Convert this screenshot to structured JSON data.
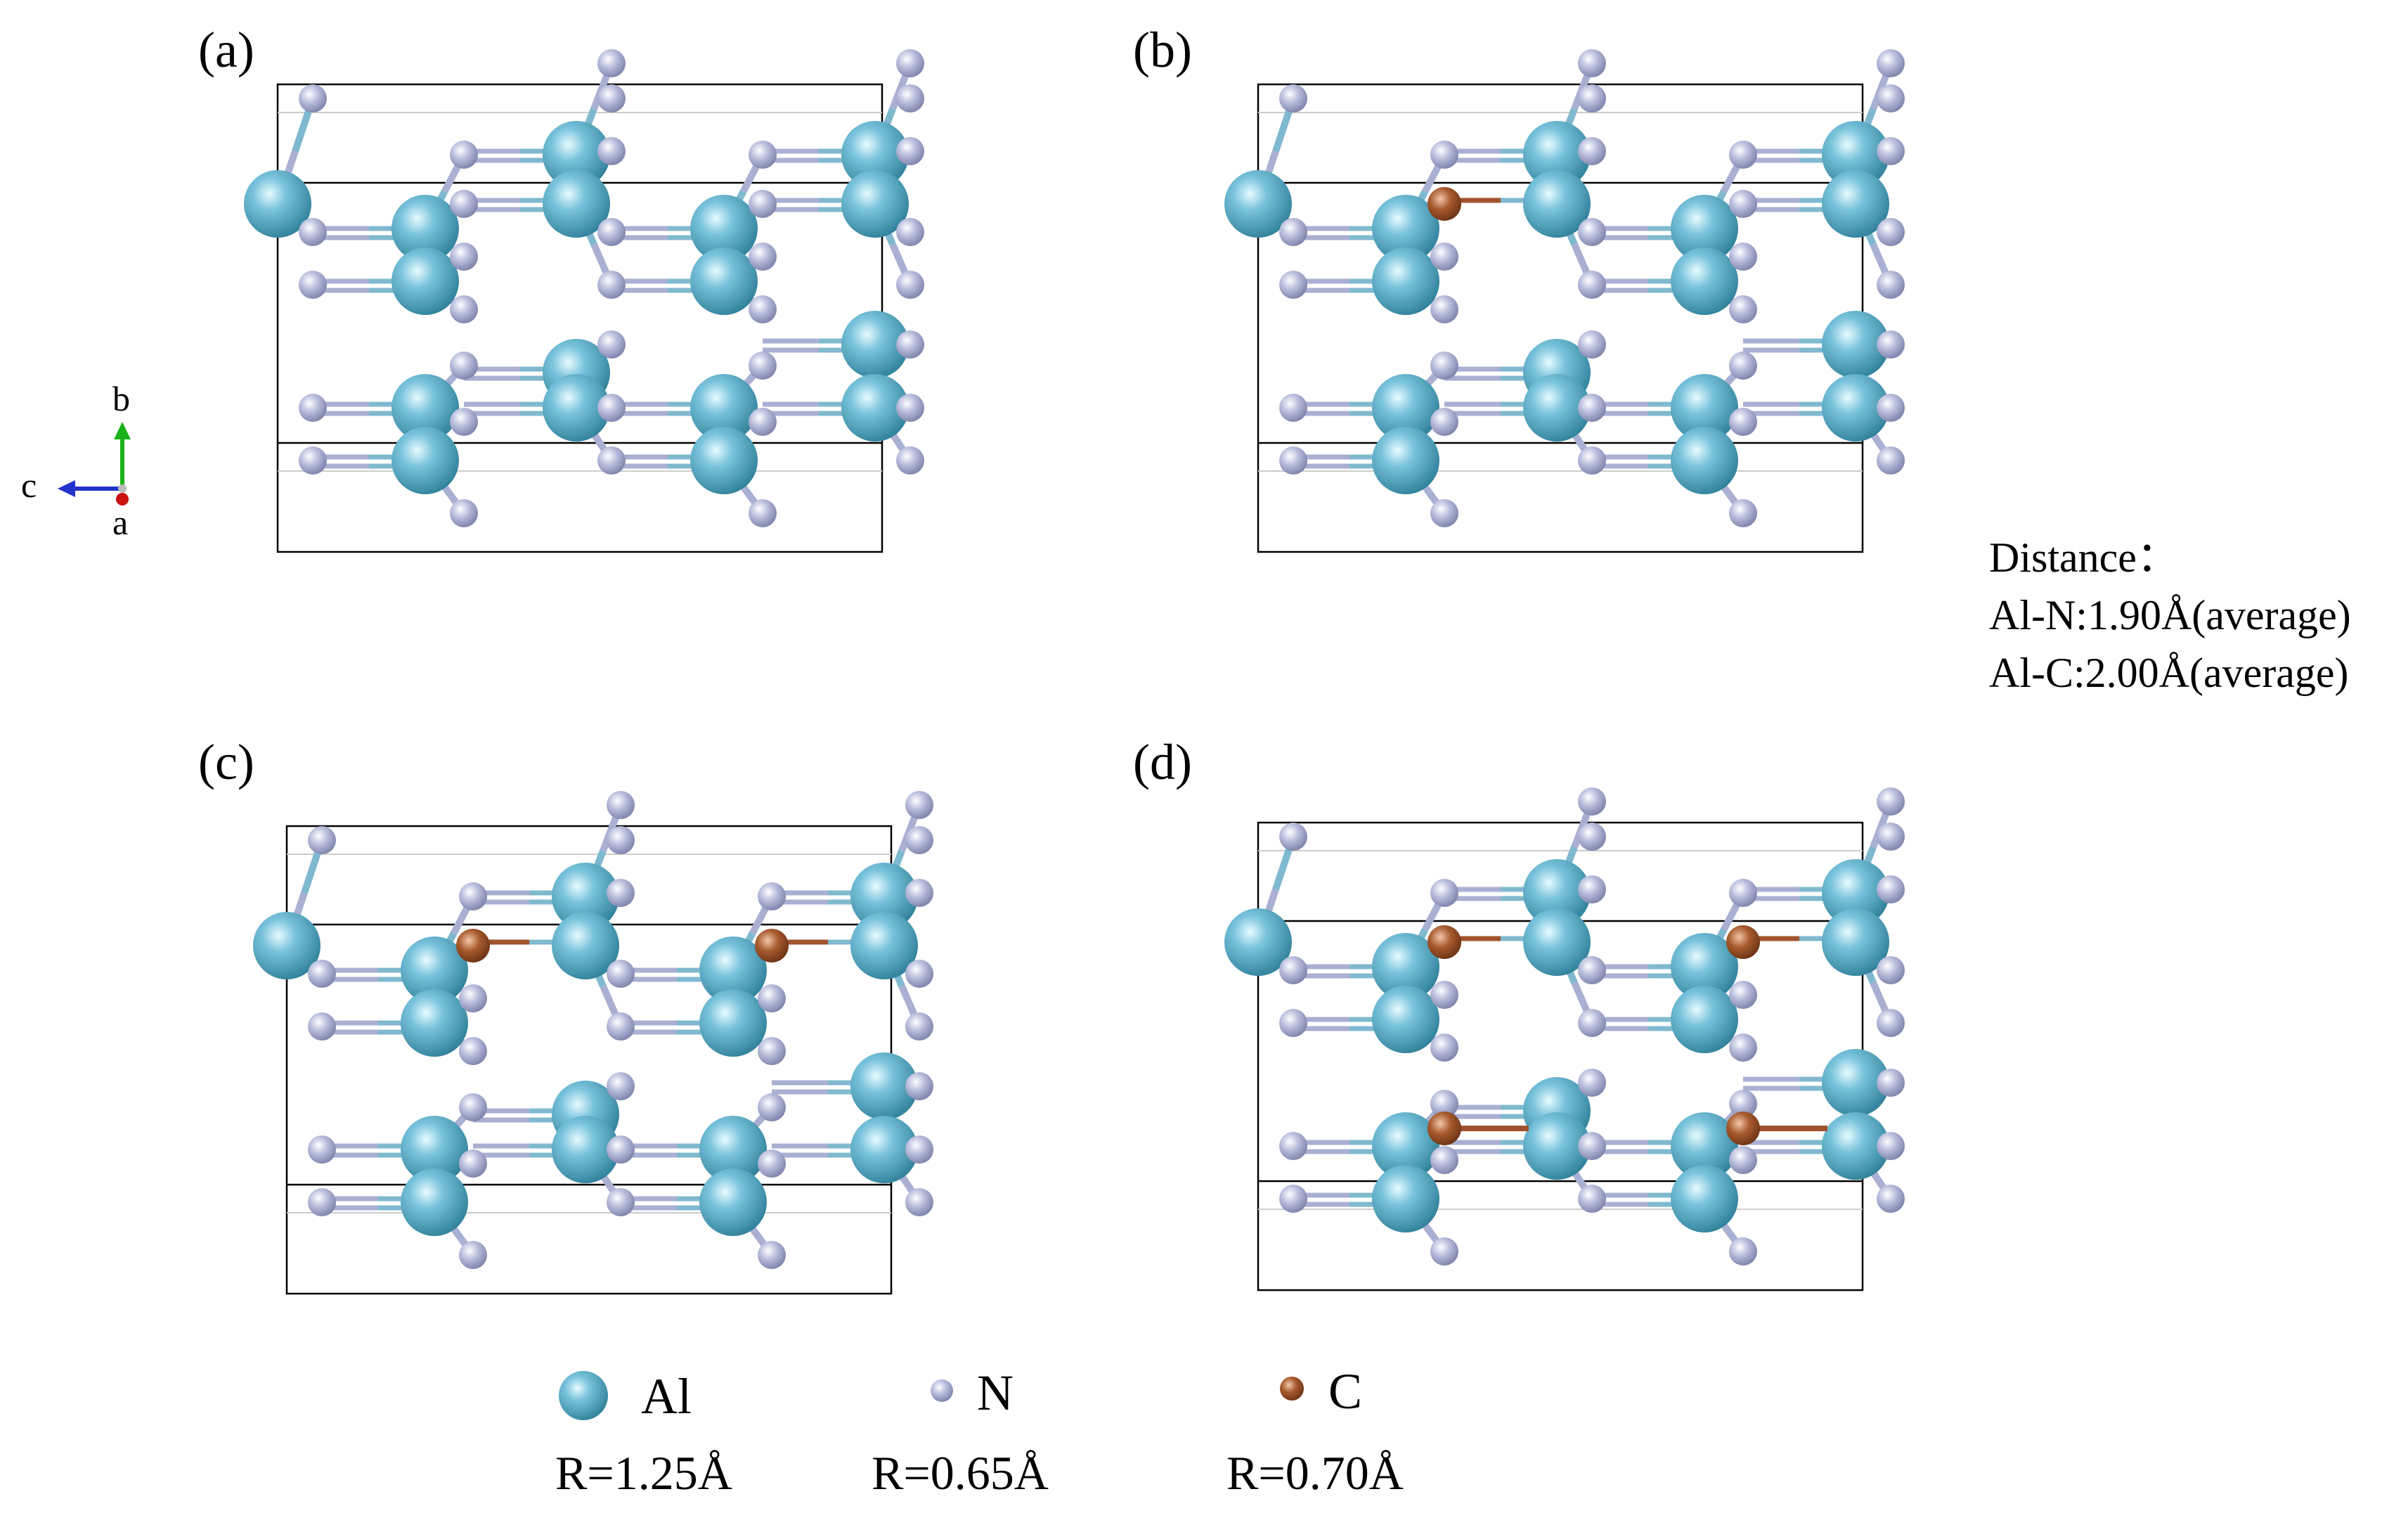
{
  "panels": [
    {
      "label": "(a)",
      "carbon_sites": 0
    },
    {
      "label": "(b)",
      "carbon_sites": 1
    },
    {
      "label": "(c)",
      "carbon_sites": 2
    },
    {
      "label": "(d)",
      "carbon_sites": 4
    }
  ],
  "axes": {
    "b": "b",
    "c": "c",
    "a": "a"
  },
  "distance": {
    "title": "Distance：",
    "lines": [
      "Al-N:1.90Å(average)",
      "Al-C:2.00Å(average)"
    ]
  },
  "legend": [
    {
      "element": "Al",
      "radius": "R=1.25Å",
      "color": "#5fa9c4"
    },
    {
      "element": "N",
      "radius": "R=0.65Å",
      "color": "#aab0d2"
    },
    {
      "element": "C",
      "radius": "R=0.70Å",
      "color": "#a0522d"
    }
  ],
  "colors": {
    "al": "#5fa9c4",
    "n": "#aab0d2",
    "c": "#a0522d",
    "bond": "#7fb9cf",
    "cell": "#000000"
  }
}
